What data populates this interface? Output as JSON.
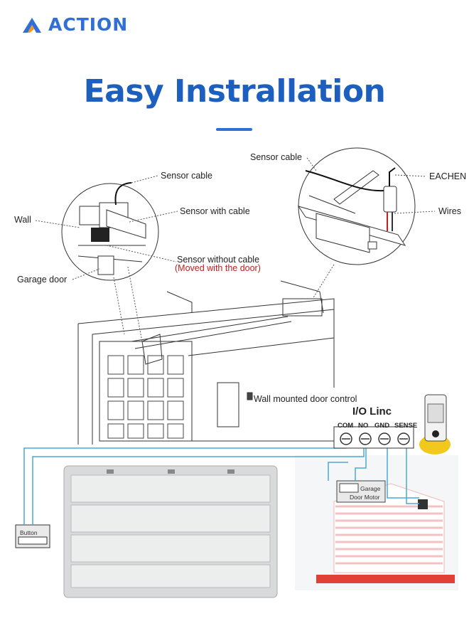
{
  "brand": {
    "name": "ACTION",
    "color": "#2f6fd6"
  },
  "headline": "Easy Instrallation",
  "labels": {
    "sensor_cable_left": "Sensor cable",
    "sensor_with_cable": "Sensor with cable",
    "wall": "Wall",
    "sensor_without_cable": "Sensor without cable",
    "moved_with_door": "(Moved with the door)",
    "garage_door": "Garage door",
    "sensor_cable_right": "Sensor cable",
    "eachen": "EACHEN",
    "wires": "Wires",
    "wall_control": "Wall mounted door control"
  },
  "wiring": {
    "title": "I/O Linc",
    "terminals": [
      "COM",
      "NO",
      "GND",
      "SENSE"
    ],
    "button_label": "Button",
    "motor_label_line1": "Garage",
    "motor_label_line2": "Door Motor",
    "wire_color": "#4aa8d8"
  },
  "icons": [
    "logo-triangle-icon",
    "screw-terminal-icon",
    "sensor-device-icon",
    "button-icon"
  ]
}
